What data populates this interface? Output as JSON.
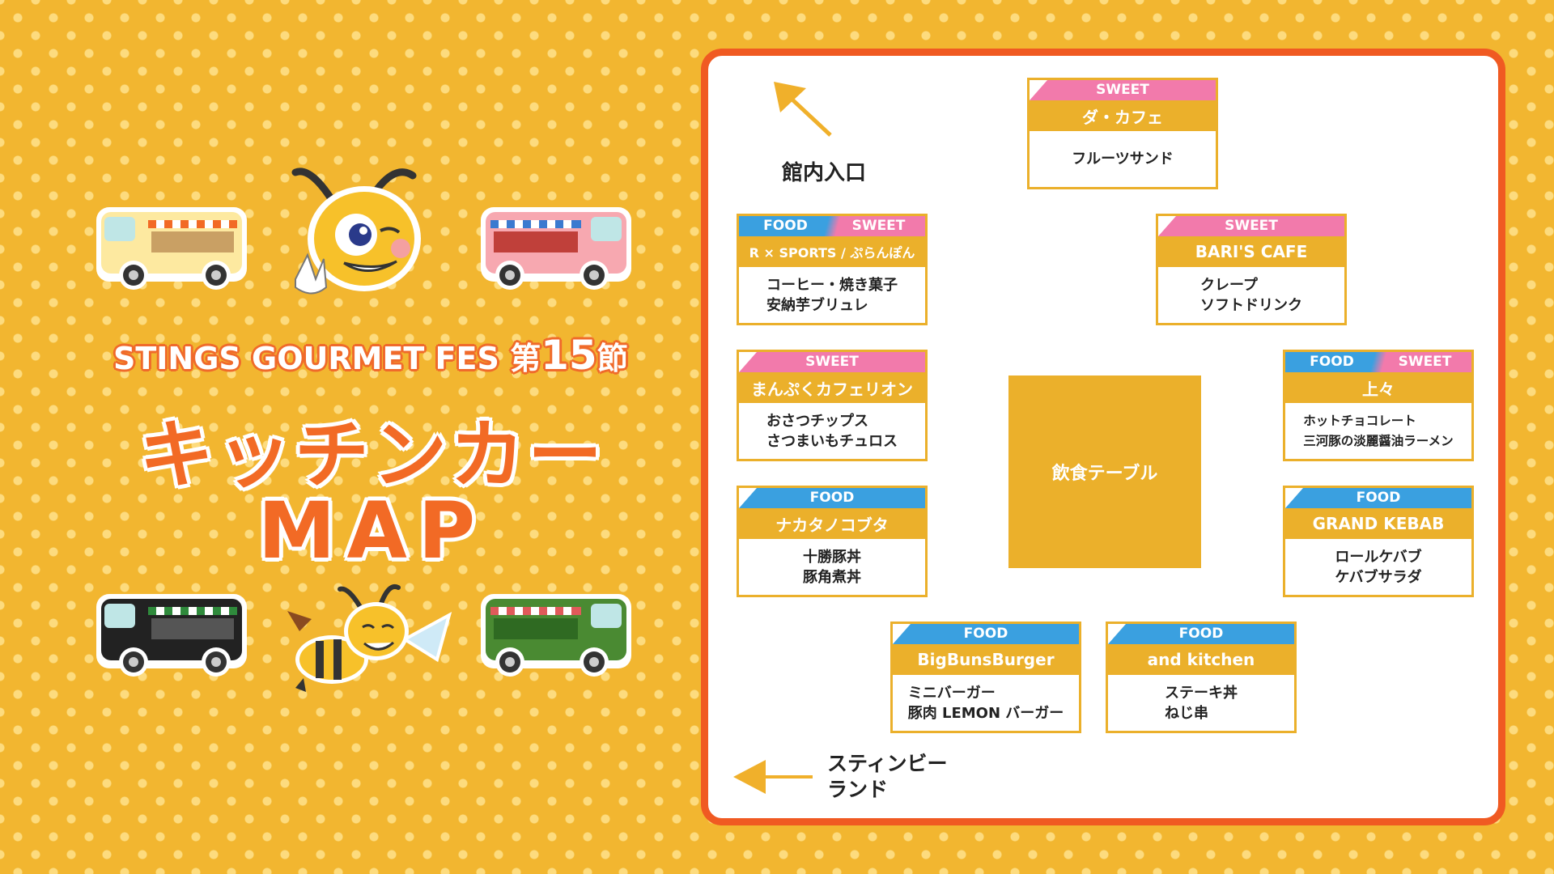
{
  "title": {
    "event": "STINGS GOURMET FES",
    "round_prefix": "第",
    "round_number": "15",
    "round_suffix": "節",
    "main": "キッチンカー",
    "sub": "MAP"
  },
  "map": {
    "entrance": "館内入口",
    "exit_line1": "スティンビー",
    "exit_line2": "ランド",
    "dining_table": "飲食テーブル",
    "tag_food": "FOOD",
    "tag_sweet": "SWEET",
    "stalls": [
      {
        "name": "ダ・カフェ",
        "items": [
          "フルーツサンド"
        ]
      },
      {
        "name": "R × SPORTS / ぷらんぽん",
        "items": [
          "コーヒー・焼き菓子",
          "安納芋ブリュレ"
        ]
      },
      {
        "name": "BARI'S CAFE",
        "items": [
          "クレープ",
          "ソフトドリンク"
        ]
      },
      {
        "name": "まんぷくカフェリオン",
        "items": [
          "おさつチップス",
          "さつまいもチュロス"
        ]
      },
      {
        "name": "上々",
        "items": [
          "ホットチョコレート",
          "三河豚の淡麗醤油ラーメン"
        ]
      },
      {
        "name": "ナカタノコブタ",
        "items": [
          "十勝豚丼",
          "豚角煮丼"
        ]
      },
      {
        "name": "GRAND KEBAB",
        "items": [
          "ロールケバブ",
          "ケバブサラダ"
        ]
      },
      {
        "name": "BigBunsBurger",
        "items": [
          "ミニバーガー",
          "豚肉 LEMON バーガー"
        ]
      },
      {
        "name": "and kitchen",
        "items": [
          "ステーキ丼",
          "ねじ串"
        ]
      }
    ]
  },
  "colors": {
    "background": "#f2b630",
    "accent_orange": "#f05a22",
    "stall_gold": "#ebb02b",
    "food_blue": "#3aa0e0",
    "sweet_pink": "#f27aab"
  }
}
